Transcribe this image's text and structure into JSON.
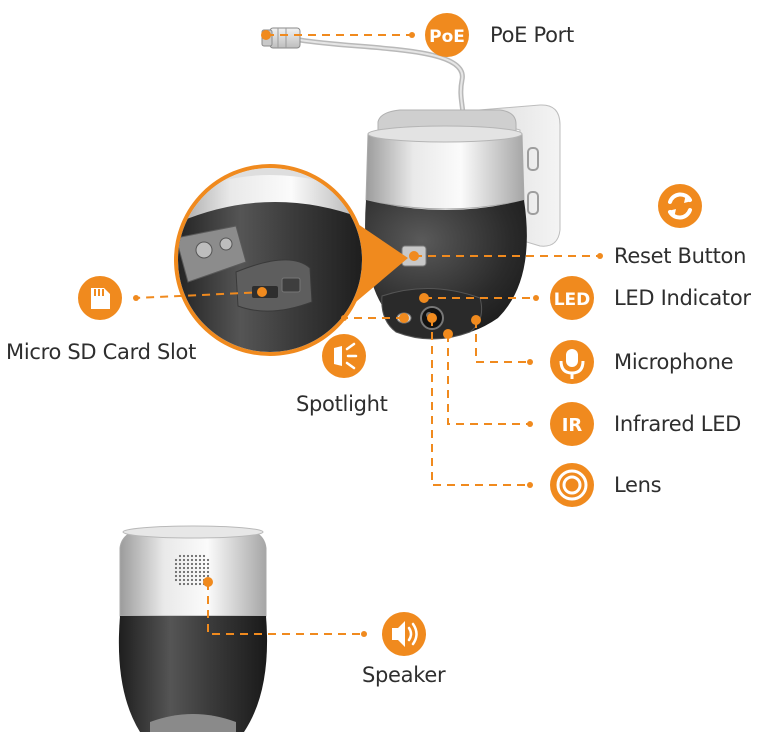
{
  "accent_color": "#f08a1e",
  "callouts": {
    "poe": {
      "label": "PoE Port",
      "badge": "PoE",
      "icon": "ethernet-plug-icon"
    },
    "reset": {
      "label": "Reset Button",
      "icon": "refresh-icon"
    },
    "led": {
      "label": "LED Indicator",
      "badge": "LED",
      "icon": "led-icon"
    },
    "microphone": {
      "label": "Microphone",
      "icon": "microphone-icon"
    },
    "infrared": {
      "label": "Infrared LED",
      "badge": "IR",
      "icon": "infrared-icon"
    },
    "lens": {
      "label": "Lens",
      "icon": "lens-icon"
    },
    "sd_slot": {
      "label": "Micro SD Card Slot",
      "icon": "sd-card-icon"
    },
    "spotlight": {
      "label": "Spotlight",
      "icon": "spotlight-icon"
    },
    "speaker": {
      "label": "Speaker",
      "icon": "speaker-icon"
    }
  }
}
